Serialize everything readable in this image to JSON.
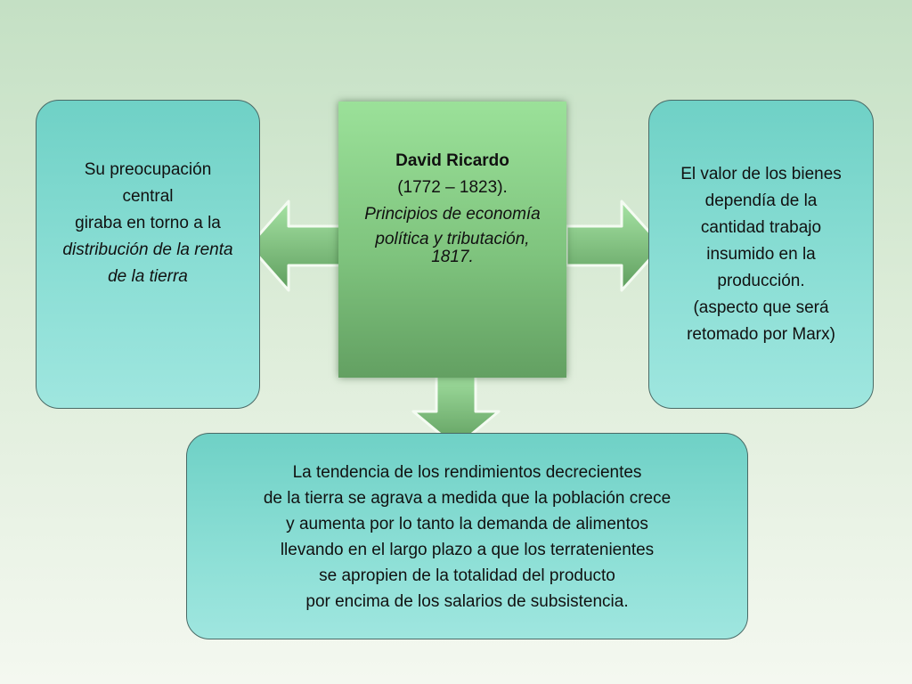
{
  "center": {
    "name": "David Ricardo",
    "years": "(1772 – 1823).",
    "work_line1": "Principios de economía",
    "work_line2": "política y tributación,",
    "work_line3": "1817."
  },
  "left": {
    "line1": "Su preocupación",
    "line2": "central",
    "line3": "giraba en torno a la",
    "line4": "distribución de la renta",
    "line5": "de la tierra"
  },
  "right": {
    "line1": "El valor de los bienes",
    "line2": "dependía de la",
    "line3": "cantidad trabajo",
    "line4": "insumido en la",
    "line5": "producción.",
    "line6": "(aspecto que será",
    "line7": "retomado por Marx)"
  },
  "bottom": {
    "line1": "La tendencia de los rendimientos decrecientes",
    "line2": "de la tierra se agrava a medida que la población crece",
    "line3": "y aumenta por lo tanto la demanda de alimentos",
    "line4": "llevando en el largo plazo a que los terratenientes",
    "line5": "se apropien de la totalidad del producto",
    "line6": "por encima de los salarios de subsistencia."
  },
  "colors": {
    "node_fill": "#8ddfd6",
    "center_fill": "#7fc47e",
    "arrow_fill": "#7fc47e"
  }
}
